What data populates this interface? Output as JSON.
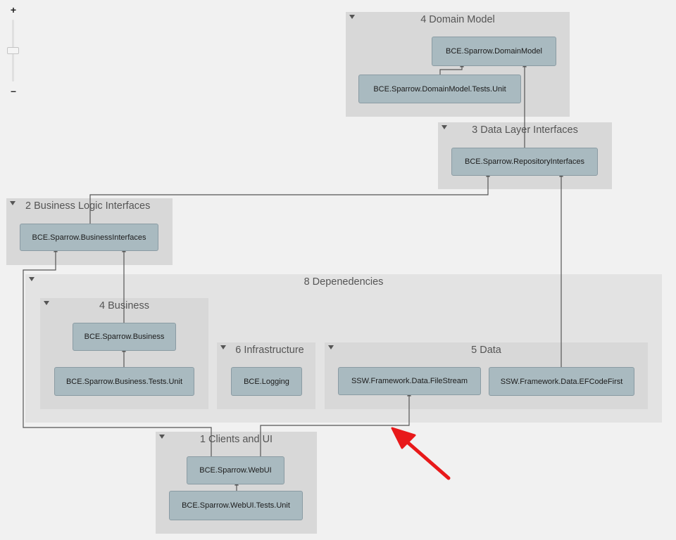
{
  "zoom": {
    "zoom_in_label": "+",
    "zoom_out_label": "–"
  },
  "groups": {
    "domain_model": "4 Domain Model",
    "data_layer_interfaces": "3 Data Layer Interfaces",
    "business_logic_interfaces": "2 Business Logic Interfaces",
    "dependencies": "8 Depenedencies",
    "business": "4 Business",
    "infrastructure": "6 Infrastructure",
    "data": "5 Data",
    "clients_ui": "1 Clients and UI"
  },
  "nodes": {
    "domain_model": "BCE.Sparrow.DomainModel",
    "domain_model_tests": "BCE.Sparrow.DomainModel.Tests.Unit",
    "repository_interfaces": "BCE.Sparrow.RepositoryInterfaces",
    "business_interfaces": "BCE.Sparrow.BusinessInterfaces",
    "business": "BCE.Sparrow.Business",
    "business_tests": "BCE.Sparrow.Business.Tests.Unit",
    "logging": "BCE.Logging",
    "filestream": "SSW.Framework.Data.FileStream",
    "efcodefirst": "SSW.Framework.Data.EFCodeFirst",
    "webui": "BCE.Sparrow.WebUI",
    "webui_tests": "BCE.Sparrow.WebUI.Tests.Unit"
  },
  "colors": {
    "group_bg": "#d8d8d8",
    "outer_group_bg": "#e3e3e3",
    "node_fill": "#a9bac0",
    "node_border": "#8a9ba3",
    "edge": "#555555",
    "annotation_arrow": "#e8191a"
  },
  "annotation": {
    "icon": "red-arrow-icon"
  }
}
